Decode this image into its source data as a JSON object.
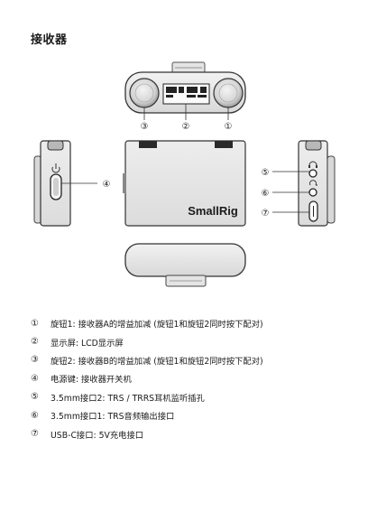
{
  "page": {
    "title": "接收器"
  },
  "callouts": {
    "c1": "①",
    "c2": "②",
    "c3": "③",
    "c4": "④",
    "c5": "⑤",
    "c6": "⑥",
    "c7": "⑦"
  },
  "device": {
    "brand_logo": "SmallRig"
  },
  "legend": [
    {
      "num": "①",
      "text": "旋钮1: 接收器A的增益加减 (旋钮1和旋钮2同时按下配对)"
    },
    {
      "num": "②",
      "text": "显示屏: LCD显示屏"
    },
    {
      "num": "③",
      "text": "旋钮2: 接收器B的增益加减 (旋钮1和旋钮2同时按下配对)"
    },
    {
      "num": "④",
      "text": "电源键: 接收器开关机"
    },
    {
      "num": "⑤",
      "text": "3.5mm接口2: TRS / TRRS耳机监听插孔"
    },
    {
      "num": "⑥",
      "text": "3.5mm接口1: TRS音频输出接口"
    },
    {
      "num": "⑦",
      "text": "USB-C接口: 5V充电接口"
    }
  ]
}
